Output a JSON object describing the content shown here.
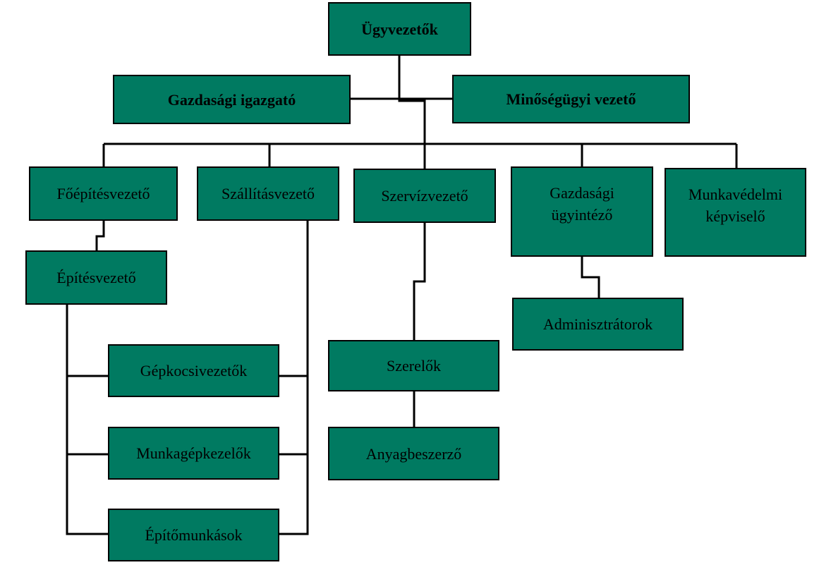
{
  "chart": {
    "colors": {
      "box_fill": "#007A61",
      "line": "#000000"
    },
    "nodes": {
      "ugyvezetok": "Ügyvezetők",
      "gazdasagi_igazgato": "Gazdasági igazgató",
      "minosegugyi_vezeto": "Minőségügyi vezető",
      "foepitesvezeto": "Főépítésvezető",
      "szallitasvezeto": "Szállításvezető",
      "szervizvezeto": "Szervízvezető",
      "gazdasagi_ugyintezo": "Gazdasági\nügyintéző",
      "munkavedelmi_kepviselo": "Munkavédelmi\nképviselő",
      "epitesvezeto": "Építésvezető",
      "adminisztratorok": "Adminisztrátorok",
      "gepkocsivezetok": "Gépkocsivezetők",
      "szerelok": "Szerelők",
      "munkagepkezelok": "Munkagépkezelők",
      "anyagbeszerzo": "Anyagbeszerző",
      "epitomunkasok": "Építőmunkások"
    }
  }
}
